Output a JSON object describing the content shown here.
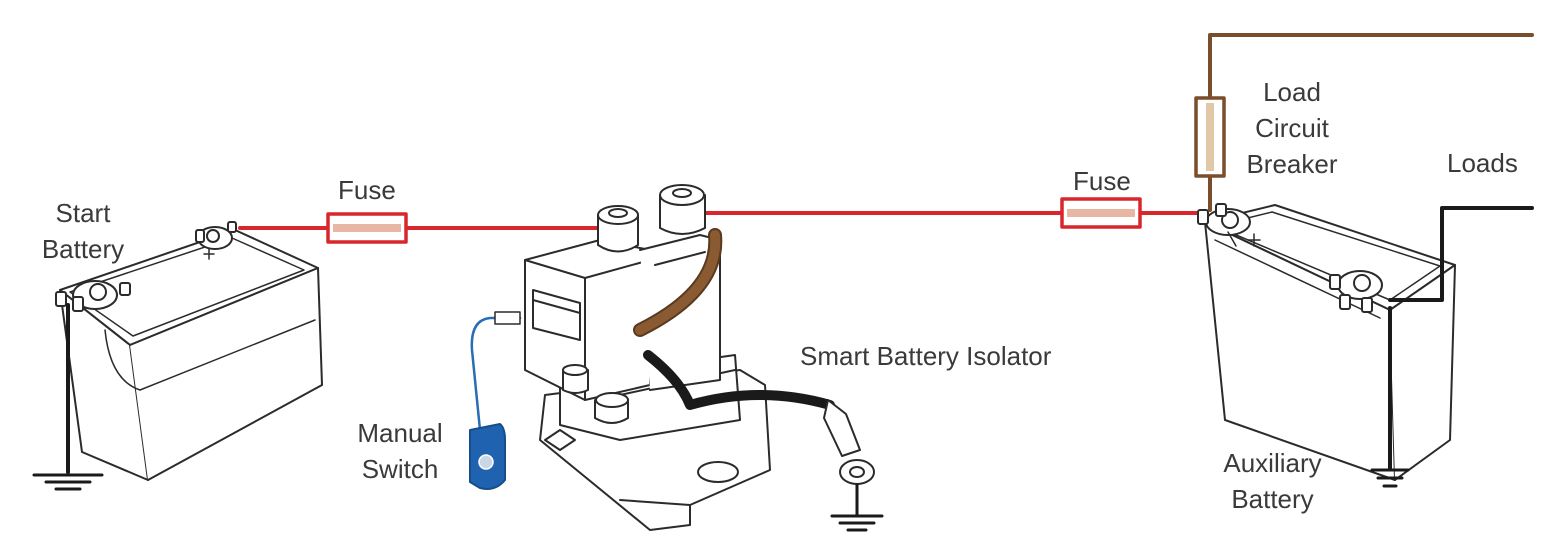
{
  "diagram": {
    "labels": {
      "start_battery": [
        "Start",
        "Battery"
      ],
      "fuse_left": "Fuse",
      "fuse_right": "Fuse",
      "isolator": "Smart Battery Isolator",
      "manual_switch": [
        "Manual",
        "Switch"
      ],
      "load_breaker": [
        "Load",
        "Circuit",
        "Breaker"
      ],
      "loads": "Loads",
      "aux_battery": [
        "Auxiliary",
        "Battery"
      ]
    },
    "colors": {
      "positive_wire": "#d9262c",
      "negative_wire": "#1a1a1a",
      "load_wire": "#7a4e2a",
      "switch_wire": "#2a6db5",
      "switch_body": "#1f63b0",
      "outline": "#2b2b2b",
      "fuse_fill": "#e8b7a3",
      "breaker_fill": "#e3c8a8"
    },
    "icons": [
      "ground-symbol",
      "battery-terminal",
      "ring-terminal"
    ]
  }
}
